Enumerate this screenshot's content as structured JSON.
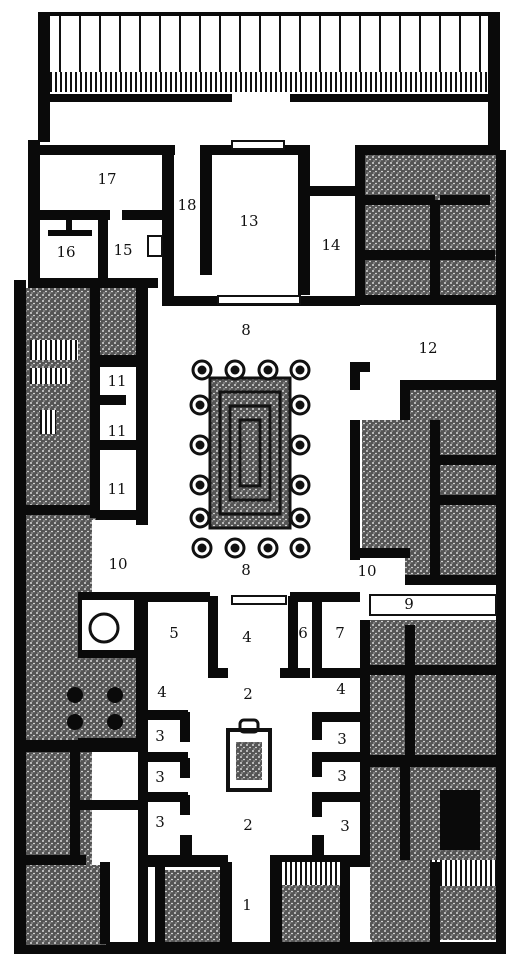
{
  "rooms": [
    {
      "key": "r1",
      "label": "1"
    },
    {
      "key": "r2a",
      "label": "2"
    },
    {
      "key": "r2b",
      "label": "2"
    },
    {
      "key": "r3a",
      "label": "3"
    },
    {
      "key": "r3b",
      "label": "3"
    },
    {
      "key": "r3c",
      "label": "3"
    },
    {
      "key": "r3d",
      "label": "3"
    },
    {
      "key": "r3e",
      "label": "3"
    },
    {
      "key": "r3f",
      "label": "3"
    },
    {
      "key": "r4a",
      "label": "4"
    },
    {
      "key": "r4b",
      "label": "4"
    },
    {
      "key": "r4c",
      "label": "4"
    },
    {
      "key": "r5",
      "label": "5"
    },
    {
      "key": "r6",
      "label": "6"
    },
    {
      "key": "r7",
      "label": "7"
    },
    {
      "key": "r8a",
      "label": "8"
    },
    {
      "key": "r8b",
      "label": "8"
    },
    {
      "key": "r9",
      "label": "9"
    },
    {
      "key": "r10a",
      "label": "10"
    },
    {
      "key": "r10b",
      "label": "10"
    },
    {
      "key": "r11a",
      "label": "11"
    },
    {
      "key": "r11b",
      "label": "11"
    },
    {
      "key": "r11c",
      "label": "11"
    },
    {
      "key": "r12",
      "label": "12"
    },
    {
      "key": "r13",
      "label": "13"
    },
    {
      "key": "r14",
      "label": "14"
    },
    {
      "key": "r15",
      "label": "15"
    },
    {
      "key": "r16",
      "label": "16"
    },
    {
      "key": "r17",
      "label": "17"
    },
    {
      "key": "r18",
      "label": "18"
    }
  ],
  "colors": {
    "wall": "#0a0a0a",
    "paper": "#ffffff"
  },
  "icons": {
    "columns": "column-circle",
    "impluvium": "impluvium-basin",
    "fountain": "fountain-basin"
  }
}
